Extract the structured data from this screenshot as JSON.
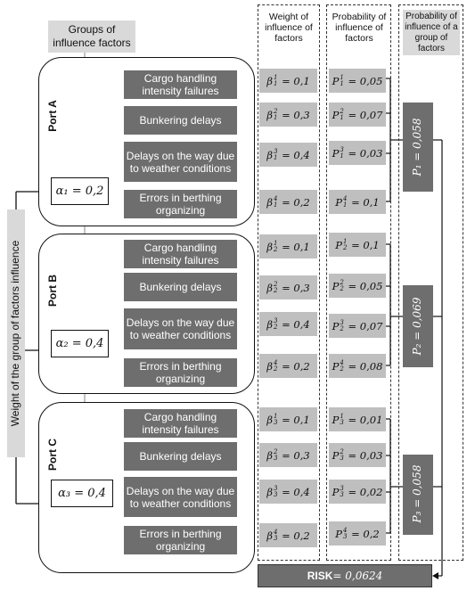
{
  "headers": {
    "groups": "Groups of influence factors",
    "weight": "Weight of influence of factors",
    "probability": "Probability of influence of factors",
    "group_probability": "Probability of influence of a group of factors",
    "weight_group_side": "Weight of the group of factors influence"
  },
  "ports": [
    {
      "label": "Port A",
      "alpha": "α₁ = 0,2",
      "group_p": "P₁ = 0,058",
      "factors": [
        "Cargo handling intensity failures",
        "Bunkering delays",
        "Delays on the way due to weather conditions",
        "Errors in berthing organizing"
      ],
      "betas": [
        "β",
        "β",
        "β",
        "β"
      ],
      "beta_vals": [
        "= 0,1",
        "= 0,3",
        "= 0,4",
        "= 0,2"
      ],
      "probs": [
        "= 0,05",
        "= 0,07",
        "= 0,03",
        "= 0,1"
      ]
    },
    {
      "label": "Port B",
      "alpha": "α₂ = 0,4",
      "group_p": "P₂ = 0,069",
      "factors": [
        "Cargo handling intensity failures",
        "Bunkering delays",
        "Delays on the way due to weather conditions",
        "Errors in berthing organizing"
      ],
      "beta_vals": [
        "= 0,1",
        "= 0,3",
        "= 0,4",
        "= 0,2"
      ],
      "probs": [
        "= 0,1",
        "= 0,05",
        "= 0,07",
        "= 0,08"
      ]
    },
    {
      "label": "Port C",
      "alpha": "α₃ = 0,4",
      "group_p": "P₃ = 0,058",
      "factors": [
        "Cargo handling intensity failures",
        "Bunkering delays",
        "Delays on the way due to weather conditions",
        "Errors in berthing organizing"
      ],
      "beta_vals": [
        "= 0,1",
        "= 0,3",
        "= 0,4",
        "= 0,2"
      ],
      "probs": [
        "= 0,01",
        "= 0,03",
        "= 0,02",
        "= 0,2"
      ]
    }
  ],
  "risk": {
    "label": "RISK",
    "value": " = 0,0624"
  }
}
